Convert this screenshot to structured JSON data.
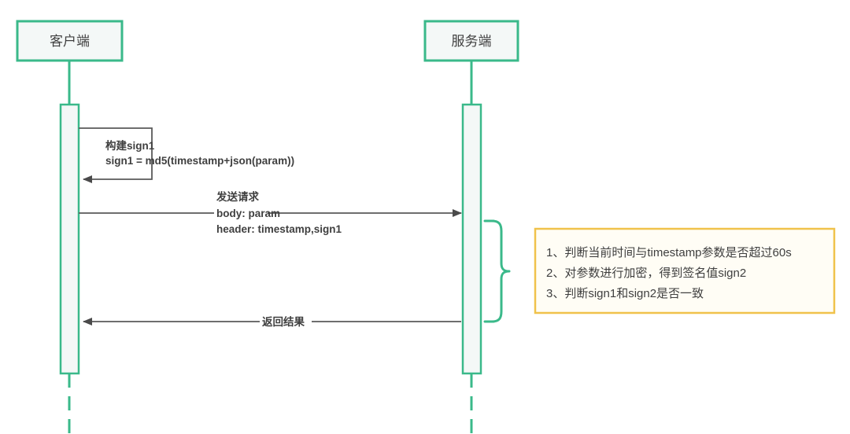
{
  "diagram": {
    "type": "sequence-diagram",
    "background_color": "#ffffff",
    "accent_color": "#3ab98a",
    "line_color": "#5a5a5a",
    "text_color": "#3f3f3f",
    "note_border_color": "#f0c24b",
    "note_fill_color": "#fffdf5",
    "activation_fill_color": "#f4f8f7"
  },
  "participants": [
    {
      "id": "client",
      "label": "客户端"
    },
    {
      "id": "server",
      "label": "服务端"
    }
  ],
  "messages": [
    {
      "id": "self-build-sign",
      "kind": "self-call",
      "from": "client",
      "to": "client",
      "lines": [
        "构建sign1",
        "sign1 = md5(timestamp+json(param))"
      ]
    },
    {
      "id": "send-request",
      "kind": "call",
      "from": "client",
      "to": "server",
      "lines": [
        "发送请求",
        "body: param",
        "header: timestamp,sign1"
      ]
    },
    {
      "id": "return-result",
      "kind": "return",
      "from": "server",
      "to": "client",
      "lines": [
        "返回结果"
      ]
    }
  ],
  "note": {
    "id": "server-verify-note",
    "attached_to": "server",
    "lines": [
      "1、判断当前时间与timestamp参数是否超过60s",
      "2、对参数进行加密，得到签名值sign2",
      "3、判断sign1和sign2是否一致"
    ]
  }
}
